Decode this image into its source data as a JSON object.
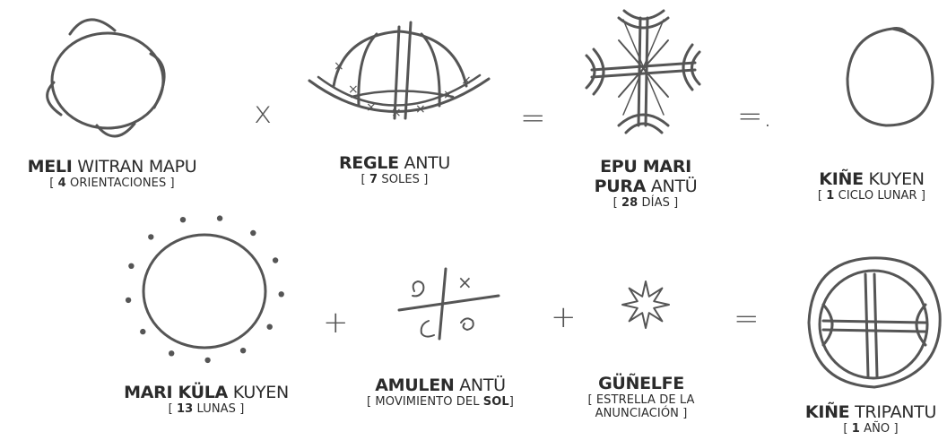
{
  "row1": {
    "meli": {
      "bold": "MELI",
      "rest": " WITRAN MAPU",
      "sub_pre": "[ ",
      "sub_num": "4",
      "sub_post": " ORIENTACIONES ]"
    },
    "regle": {
      "bold": "REGLE",
      "rest": " ANTU",
      "sub_pre": "[ ",
      "sub_num": "7",
      "sub_post": " SOLES ]"
    },
    "epu": {
      "bold1": "EPU MARI",
      "bold2": "PURA",
      "rest": " ANTÜ",
      "sub_pre": "[ ",
      "sub_num": "28",
      "sub_post": " DÍAS ]"
    },
    "kine_kuyen": {
      "bold": "KIÑE",
      "rest": " KUYEN",
      "sub_pre": "[ ",
      "sub_num": "1",
      "sub_post": " CICLO LUNAR ]"
    }
  },
  "row2": {
    "mari": {
      "bold": "MARI KÜLA",
      "rest": " KUYEN",
      "sub_pre": "[ ",
      "sub_num": "13",
      "sub_post": " LUNAS ]"
    },
    "amulen": {
      "bold": "AMULEN",
      "rest": " ANTÜ",
      "sub_pre": "[ MOVIMIENTO DEL ",
      "sub_bold": "SOL",
      "sub_post": "]"
    },
    "gunelfe": {
      "bold": "GÜÑELFE",
      "sub1": "[ ESTRELLA DE LA",
      "sub2": "ANUNCIACIÓN ]"
    },
    "tripantu": {
      "bold": "KIÑE",
      "rest": " TRIPANTU",
      "sub_pre": "[ ",
      "sub_num": "1",
      "sub_post": " AÑO ]"
    }
  },
  "operators": {
    "times": "x",
    "equals1": "=",
    "equals2": "=.",
    "plus1": "+",
    "plus2": "+",
    "equals3": "="
  },
  "glyph_marks": {
    "regle_crosses": [
      "×",
      "×",
      "×",
      "×",
      "×",
      "×",
      "×"
    ],
    "amulen_cross": "×"
  }
}
